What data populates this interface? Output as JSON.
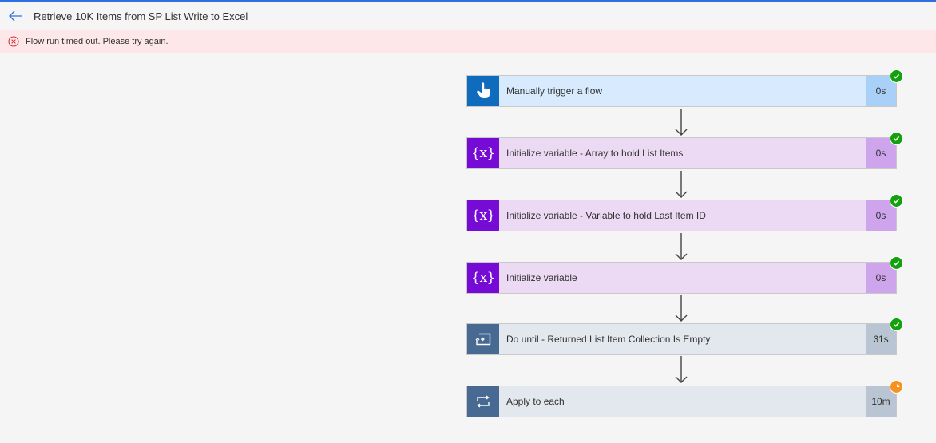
{
  "header": {
    "title": "Retrieve 10K Items from SP List Write to Excel"
  },
  "error": {
    "message": "Flow run timed out. Please try again."
  },
  "colors": {
    "trigger_icon": "#0f6cbd",
    "trigger_body": "#d8eafd",
    "trigger_dur": "#a9d1f7",
    "variable_icon": "#770bd6",
    "variable_body": "#ecdaf5",
    "variable_dur": "#cea4ec",
    "control_icon": "#486991",
    "control_body": "#e3e7ee",
    "control_dur": "#b9c5d3",
    "success": "#13a10e",
    "warning": "#f7921e",
    "error": "#d13438"
  },
  "steps": [
    {
      "label": "Manually trigger a flow",
      "duration": "0s",
      "icon": "hand-pointer-icon",
      "status": "succeeded"
    },
    {
      "label": "Initialize variable - Array to hold List Items",
      "duration": "0s",
      "icon": "variable-icon",
      "status": "succeeded"
    },
    {
      "label": "Initialize variable - Variable to hold Last Item ID",
      "duration": "0s",
      "icon": "variable-icon",
      "status": "succeeded"
    },
    {
      "label": "Initialize variable",
      "duration": "0s",
      "icon": "variable-icon",
      "status": "succeeded"
    },
    {
      "label": "Do until - Returned List Item Collection Is Empty",
      "duration": "31s",
      "icon": "do-until-icon",
      "status": "succeeded"
    },
    {
      "label": "Apply to each",
      "duration": "10m",
      "icon": "loop-icon",
      "status": "timed-out"
    }
  ],
  "icons": {
    "var_glyph": "{x}"
  }
}
